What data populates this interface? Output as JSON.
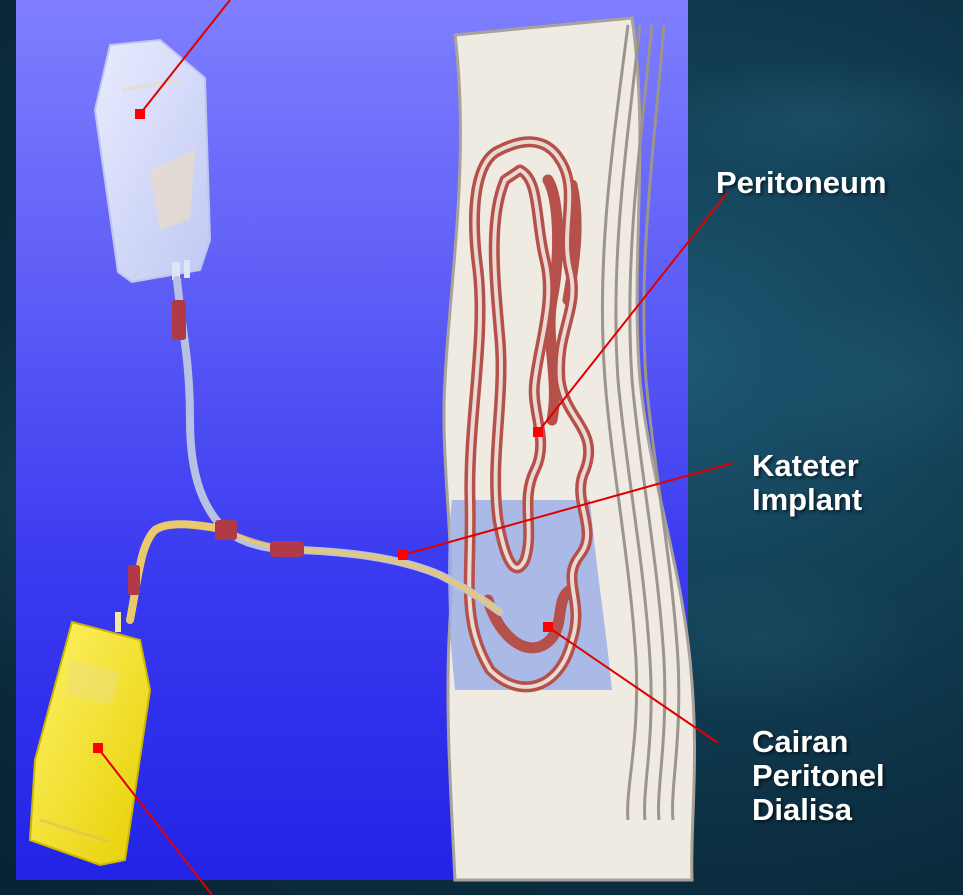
{
  "labels": {
    "peritoneum": "Peritoneum",
    "catheter": [
      "Kateter",
      "Implant"
    ],
    "fluid": [
      "Cairan",
      "Peritonel",
      "Dialisa"
    ]
  },
  "colors": {
    "panel": "#3a3af0",
    "pointer_line": "#e00000",
    "marker": "#ff0000",
    "intestine": "#b5504a",
    "body": "#efeae2",
    "fluid": "#9eb0e6",
    "drain_bag": "#f5e400",
    "tubing": "#e9c96a"
  },
  "icons": [
    "dialysate-bag-icon",
    "drain-bag-icon",
    "catheter-tube-icon",
    "abdomen-cross-section-icon"
  ]
}
